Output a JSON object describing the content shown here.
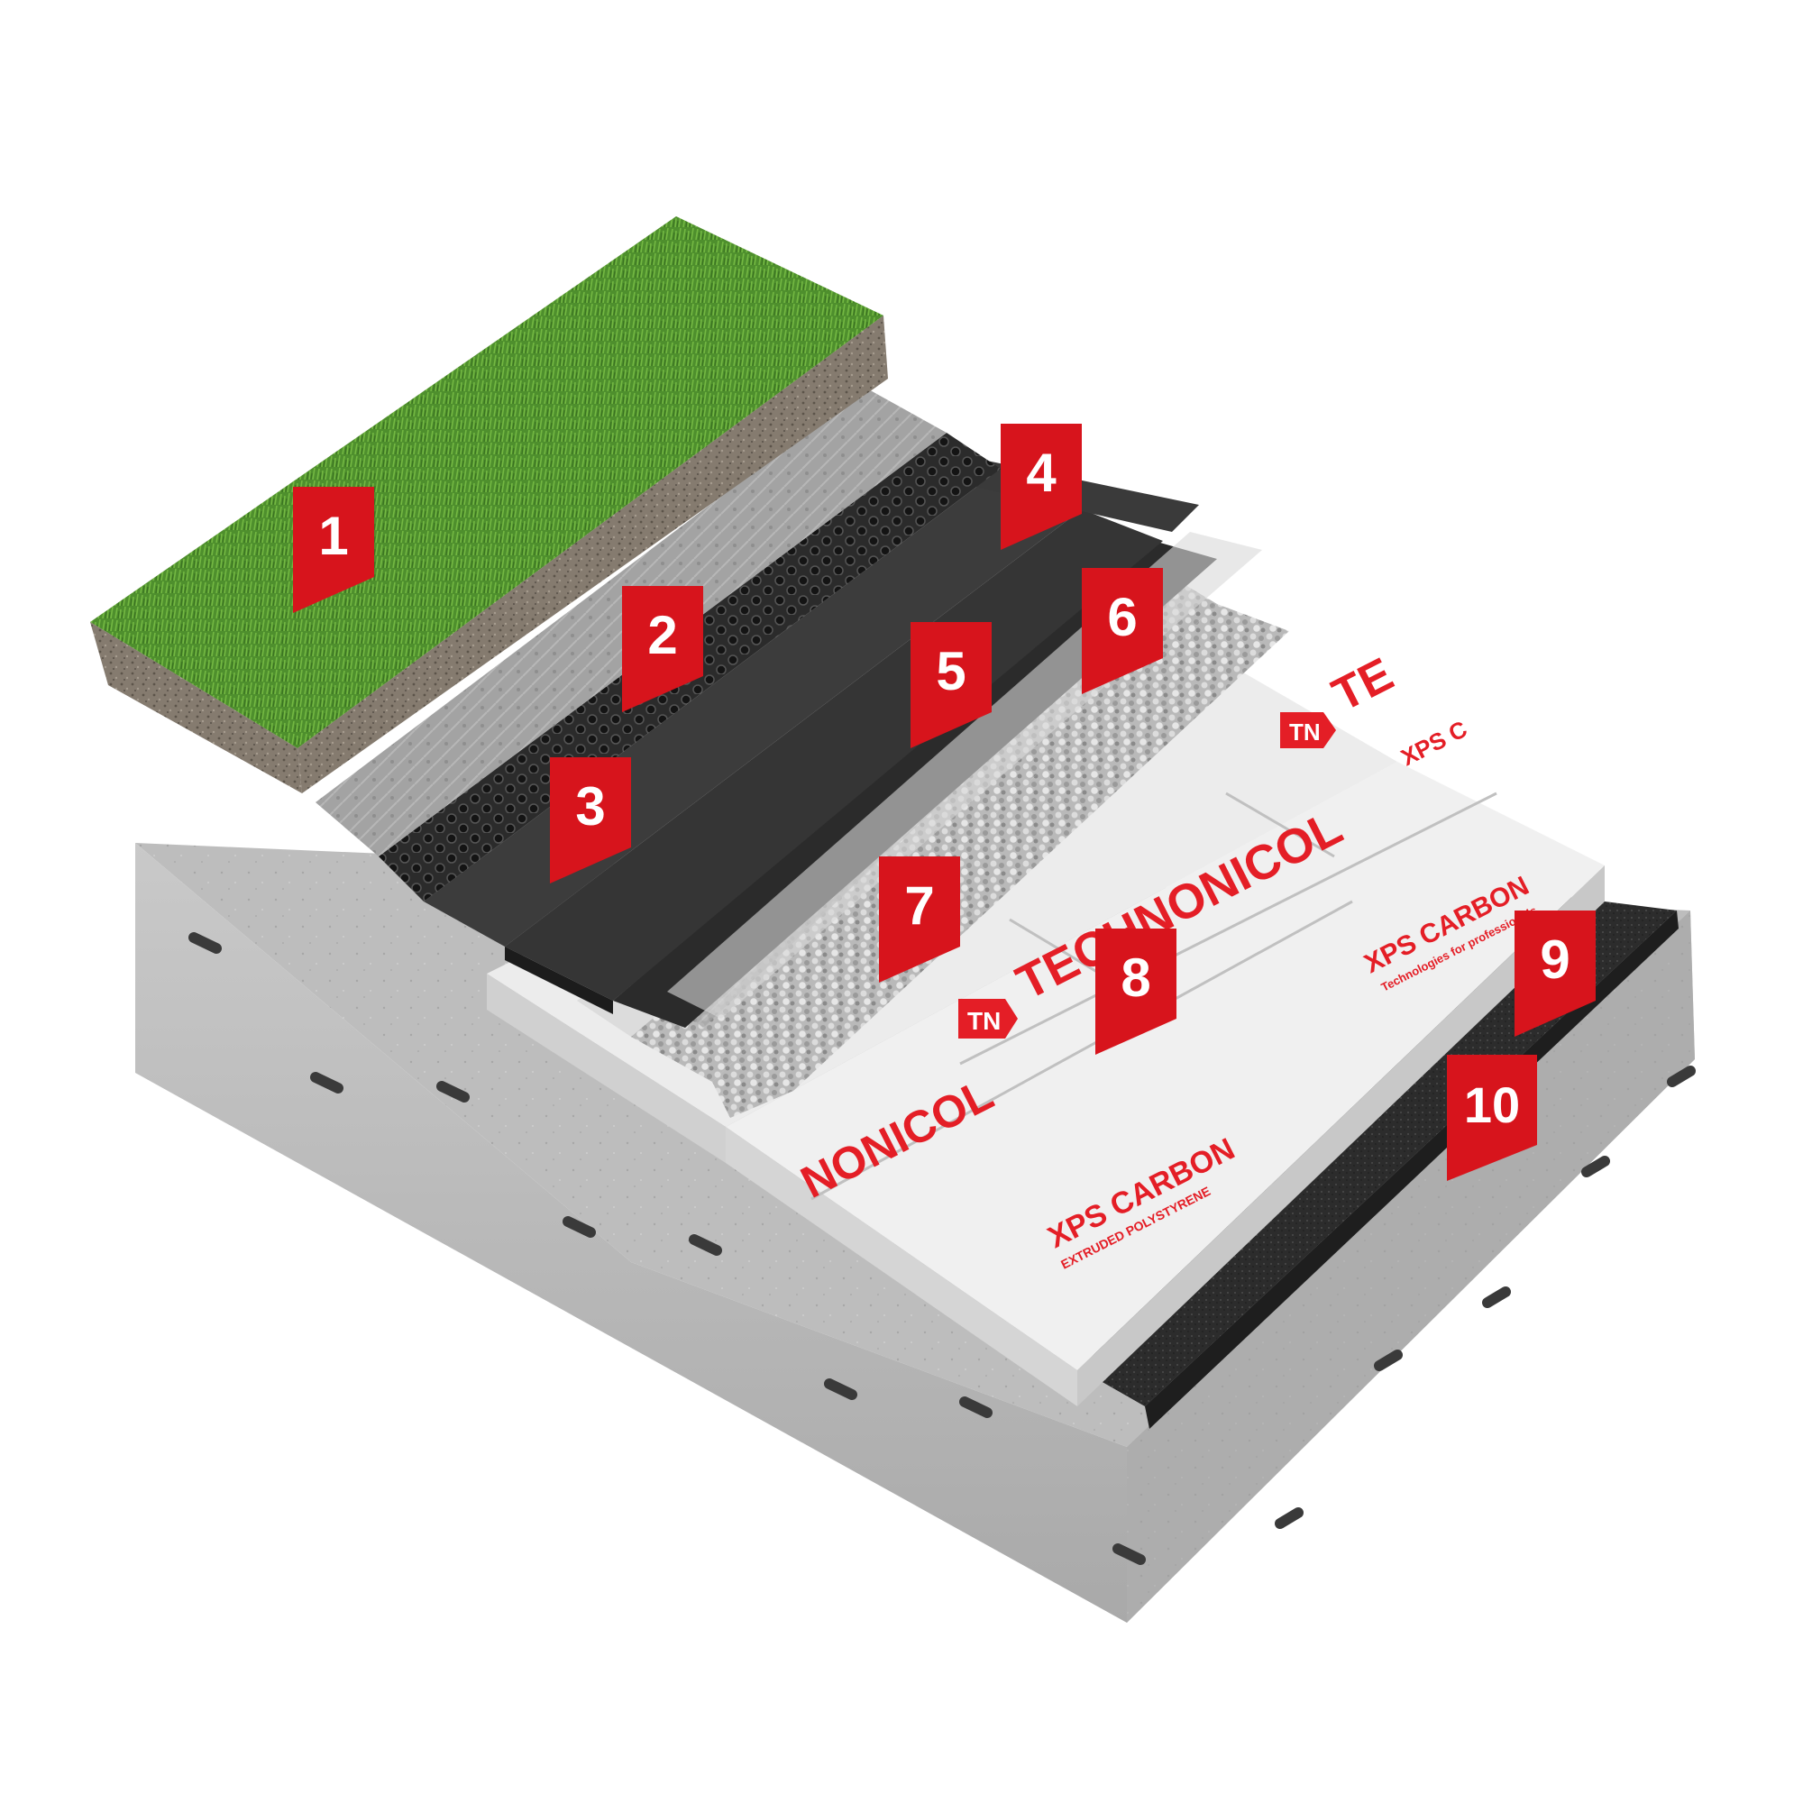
{
  "diagram": {
    "brand": {
      "name": "TECHNONICOL",
      "name_partial_a": "TECHNONICOL",
      "name_partial_b": "NONICOL",
      "name_partial_c": "TE",
      "logo_letters": "TN",
      "product": "XPS CARBON",
      "product_partial": "XPS C",
      "subtitle": "EXTRUDED POLYSTYRENE",
      "tagline": "Technologies for professionals",
      "color": "#e41e26"
    },
    "markers": [
      {
        "id": "1",
        "label": "1"
      },
      {
        "id": "2",
        "label": "2"
      },
      {
        "id": "3",
        "label": "3"
      },
      {
        "id": "4",
        "label": "4"
      },
      {
        "id": "5",
        "label": "5"
      },
      {
        "id": "6",
        "label": "6"
      },
      {
        "id": "7",
        "label": "7"
      },
      {
        "id": "8",
        "label": "8"
      },
      {
        "id": "9",
        "label": "9"
      },
      {
        "id": "10",
        "label": "10"
      }
    ],
    "colors": {
      "marker": "#d7141c",
      "grass": "#4f8f2a",
      "soil": "#7d7468",
      "concrete": "#bdbdbd",
      "membrane_dark": "#2a2a2a",
      "xps": "#e9e9e9",
      "gravel": "#c8c8c8"
    }
  }
}
